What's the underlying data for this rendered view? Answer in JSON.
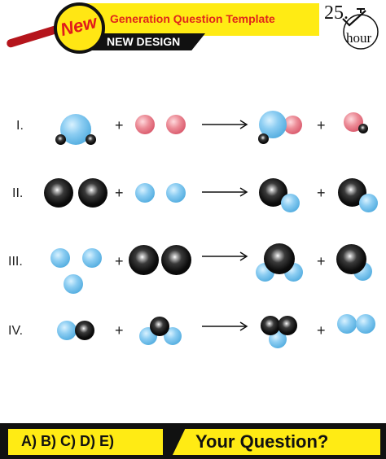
{
  "header": {
    "badge": "New",
    "title": "Generation Question Template",
    "subtitle": "NEW DESIGN",
    "timer_value": "25.",
    "timer_unit": "hour"
  },
  "rows": [
    {
      "label": "I."
    },
    {
      "label": "II."
    },
    {
      "label": "III."
    },
    {
      "label": "IV."
    }
  ],
  "plus_sign": "+",
  "footer": {
    "answers": "A) B) C) D) E)",
    "question": "Your Question?"
  },
  "colors": {
    "header_yellow": "#ffeb14",
    "title_red": "#e0261a",
    "atom_blue": "#8ccdf2",
    "atom_red": "#d9576a",
    "atom_black": "#0c0c0c"
  },
  "icons": [
    "magnifier-icon",
    "clock-icon",
    "check-icon",
    "arrow-icon"
  ]
}
